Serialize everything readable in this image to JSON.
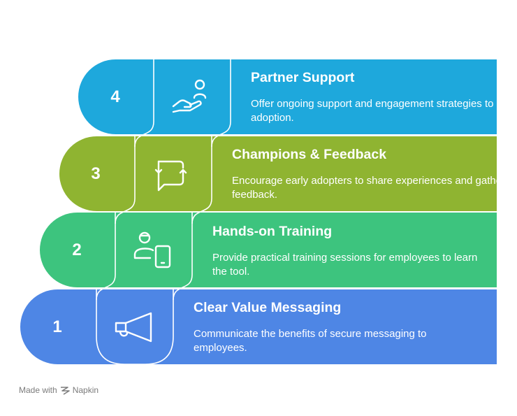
{
  "steps": [
    {
      "number": "4",
      "title": "Partner Support",
      "description": "Offer ongoing support and engagement strategies to ensure adoption.",
      "color": "#1ea8dc",
      "icon": "hand-with-person-icon"
    },
    {
      "number": "3",
      "title": "Champions & Feedback",
      "description": "Encourage early adopters to share experiences and gather feedback.",
      "color": "#8fb431",
      "icon": "chat-refresh-icon"
    },
    {
      "number": "2",
      "title": "Hands-on Training",
      "description": "Provide practical training sessions for employees to learn the tool.",
      "color": "#3dc47e",
      "icon": "person-with-tablet-icon"
    },
    {
      "number": "1",
      "title": "Clear Value Messaging",
      "description": "Communicate the benefits of secure messaging to employees.",
      "color": "#4e86e5",
      "icon": "megaphone-icon"
    }
  ],
  "footer": {
    "made_with": "Made with",
    "brand": "Napkin"
  }
}
